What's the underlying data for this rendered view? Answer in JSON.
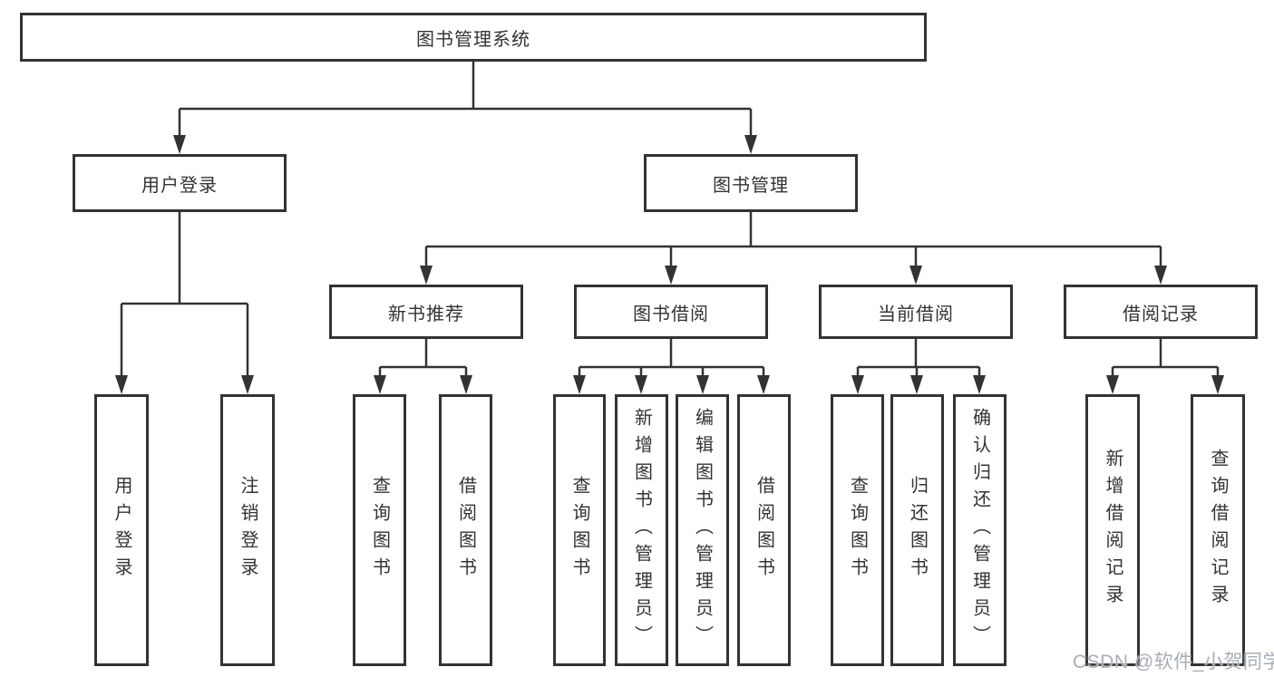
{
  "colors": {
    "line": "#333333",
    "text": "#333333",
    "box_bg": "#ffffff",
    "watermark": "#a9aeb6"
  },
  "watermark": "CSDN @软件_小贺同学",
  "tree": {
    "root": {
      "label": "图书管理系统"
    },
    "branches": [
      {
        "label": "用户登录",
        "children": [
          {
            "label": "用户登录"
          },
          {
            "label": "注销登录"
          }
        ]
      },
      {
        "label": "图书管理",
        "children": [
          {
            "label": "新书推荐",
            "children": [
              {
                "label": "查询图书"
              },
              {
                "label": "借阅图书"
              }
            ]
          },
          {
            "label": "图书借阅",
            "children": [
              {
                "label": "查询图书"
              },
              {
                "label": "新增图书（管理员）"
              },
              {
                "label": "编辑图书（管理员）"
              },
              {
                "label": "借阅图书"
              }
            ]
          },
          {
            "label": "当前借阅",
            "children": [
              {
                "label": "查询图书"
              },
              {
                "label": "归还图书"
              },
              {
                "label": "确认归还（管理员）"
              }
            ]
          },
          {
            "label": "借阅记录",
            "children": [
              {
                "label": "新增借阅记录"
              },
              {
                "label": "查询借阅记录"
              }
            ]
          }
        ]
      }
    ]
  }
}
